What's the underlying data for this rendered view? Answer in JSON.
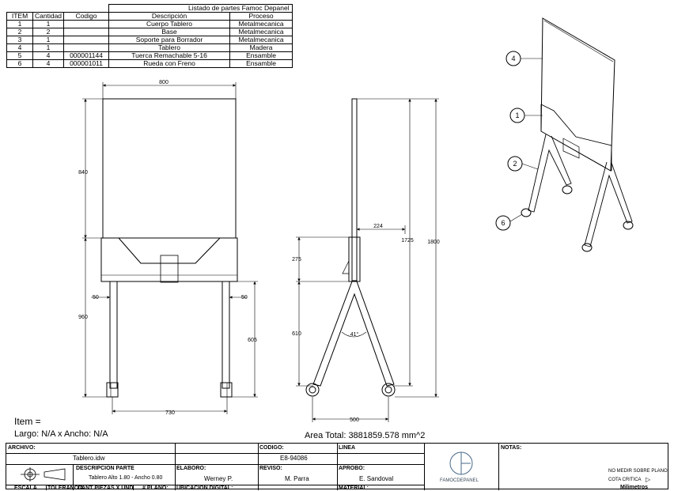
{
  "parts_list": {
    "title": "Listado de partes Famoc Depanel",
    "headers": [
      "ITEM",
      "Cantidad",
      "Codigo",
      "Descripción",
      "Proceso"
    ],
    "rows": [
      [
        "1",
        "1",
        "",
        "Cuerpo Tablero",
        "Metalmecanica"
      ],
      [
        "2",
        "2",
        "",
        "Base",
        "Metalmecanica"
      ],
      [
        "3",
        "1",
        "",
        "Soporte para Borrador",
        "Metalmecanica"
      ],
      [
        "4",
        "1",
        "",
        "Tablero",
        "Madera"
      ],
      [
        "5",
        "4",
        "000001144",
        "Tuerca Remachable 5-16",
        "Ensamble"
      ],
      [
        "6",
        "4",
        "000001011",
        "Rueda con Freno",
        "Ensamble"
      ]
    ]
  },
  "front_view": {
    "dim_width_top": "800",
    "dim_board_height": "840",
    "dim_lower_height": "960",
    "dim_left_offset": "50",
    "dim_right_offset": "50",
    "dim_leg_height": "605",
    "dim_bottom_width": "730"
  },
  "side_view": {
    "dim_top_offset": "224",
    "dim_275": "275",
    "dim_610": "610",
    "dim_1725": "1725",
    "dim_1800": "1800",
    "dim_angle": "41°",
    "dim_base": "500"
  },
  "iso_view": {
    "balloons": [
      "4",
      "1",
      "2",
      "6"
    ]
  },
  "item_info": {
    "item_label": "Item =",
    "size_label": "Largo: N/A x Ancho: N/A",
    "area_label": "Area Total: 3881859.578 mm^2"
  },
  "title_block": {
    "archivo_label": "ARCHIVO:",
    "archivo_value": "Tablero.idw",
    "codigo_label": "CODIGO:",
    "codigo_value": "E8-94086",
    "linea_label": "LINEA",
    "notas_label": "NOTAS:",
    "descripcion_label": "DESCRIPCION PARTE",
    "descripcion_value": "Tablero Alto 1.80 - Ancho 0.80",
    "elaboro_label": "ELABORO:",
    "elaboro_value": "Werney P.",
    "reviso_label": "REVISO:",
    "reviso_value": "M. Parra",
    "aprobo_label": "APROBO:",
    "aprobo_value": "E. Sandoval",
    "logo_text": "FAMOCDEPANEL",
    "no_medir": "NO MEDIR SOBRE PLANO",
    "cota_critica": "COTA CRITICA",
    "escala_label": "ESCALA",
    "tolerancia_label": "TOLERANCIA",
    "cant_piezas_label": "CANT PIEZAS X UND",
    "plano_label": "# PLANO:",
    "ubicacion_label": "UBICACION DIGITAL:",
    "material_label": "MATERIAL:",
    "unidades": "Milimetros"
  }
}
